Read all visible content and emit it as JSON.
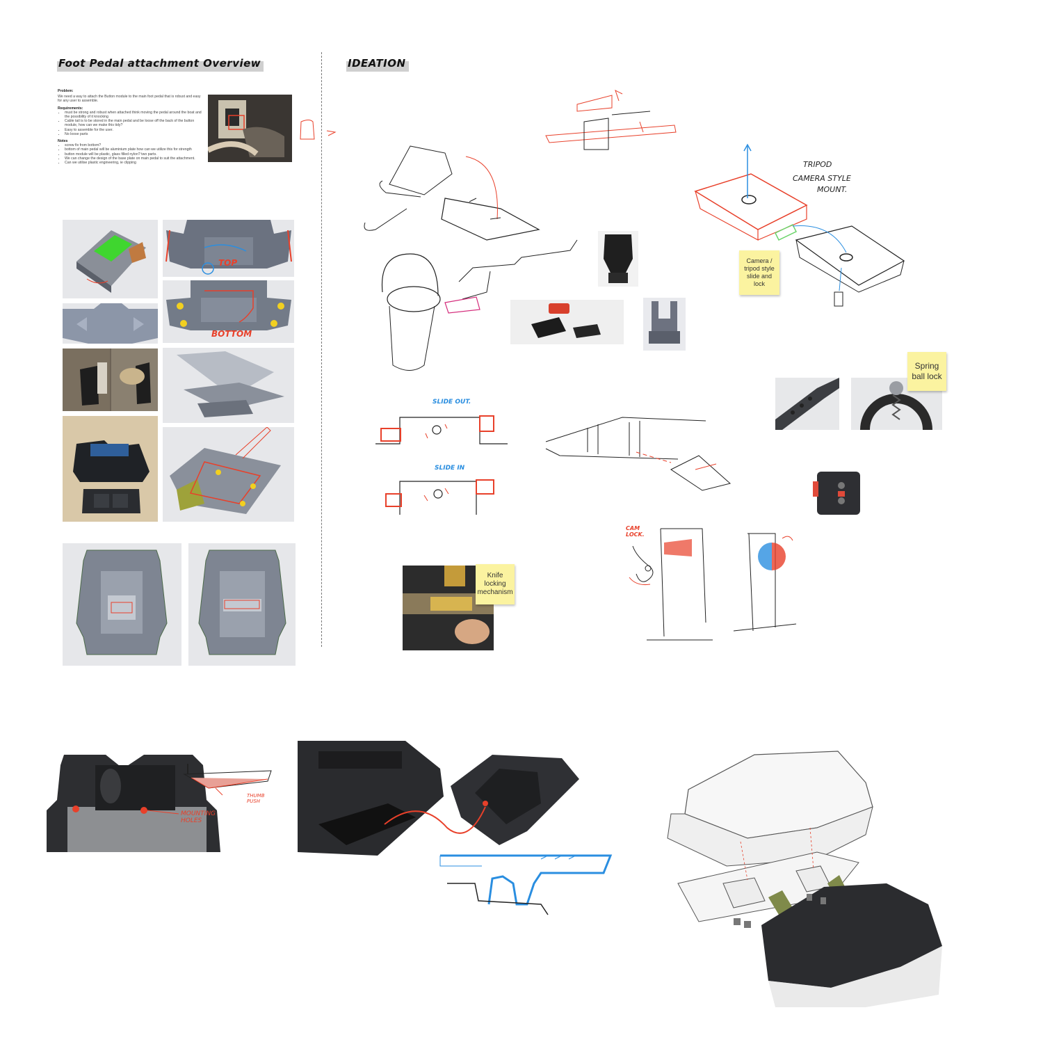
{
  "headers": {
    "overview": "Foot Pedal attachment Overview",
    "ideation": "IDEATION"
  },
  "problem": {
    "title": "Problem:",
    "text": "We need a way to attach the Button module to the main foot pedal that is robust and easy for any user to assemble."
  },
  "requirements": {
    "title": "Requirements:",
    "items": [
      "must be strong and robust when attached think moving the pedal around the boat and the possibility of it knocking",
      "Cable tail is to be stored in the main pedal and be loose off the back of the button module, how can we make this tidy?",
      "Easy to assemble for the user.",
      "No loose parts"
    ]
  },
  "notes": {
    "title": "Notes",
    "items": [
      "screw fix from bottom?",
      "bottom of main pedal will be aluminium plate how can we utilize this for strength",
      "button module will be plastic, glass filled nylon? two parts.",
      "We can change the design of the base plate on main pedal to suit the attachment.",
      "Can we utilise plastic engineering, ie clipping"
    ]
  },
  "cad_labels": {
    "top": "TOP",
    "bottom": "BOTTOM"
  },
  "sketch_labels": {
    "tripod": "TRIPOD",
    "camera_style": "CAMERA STYLE",
    "mount": "MOUNT.",
    "slide_out": "SLIDE OUT.",
    "slide_in": "SLIDE IN",
    "cam_lock": "CAM LOCK.",
    "mounting_holes": "MOUNTING HOLES",
    "thumb_push": "THUMB PUSH"
  },
  "stickies": {
    "camera": "Camera / tripod style slide and lock",
    "spring": "Spring ball lock",
    "knife": "Knife locking mechanism"
  },
  "colors": {
    "accent_red": "#e8402a",
    "accent_blue": "#2a8ee0",
    "sticky": "#fbf3a0",
    "cad_green": "#3fd62f",
    "cad_yellow": "#f2d020"
  }
}
